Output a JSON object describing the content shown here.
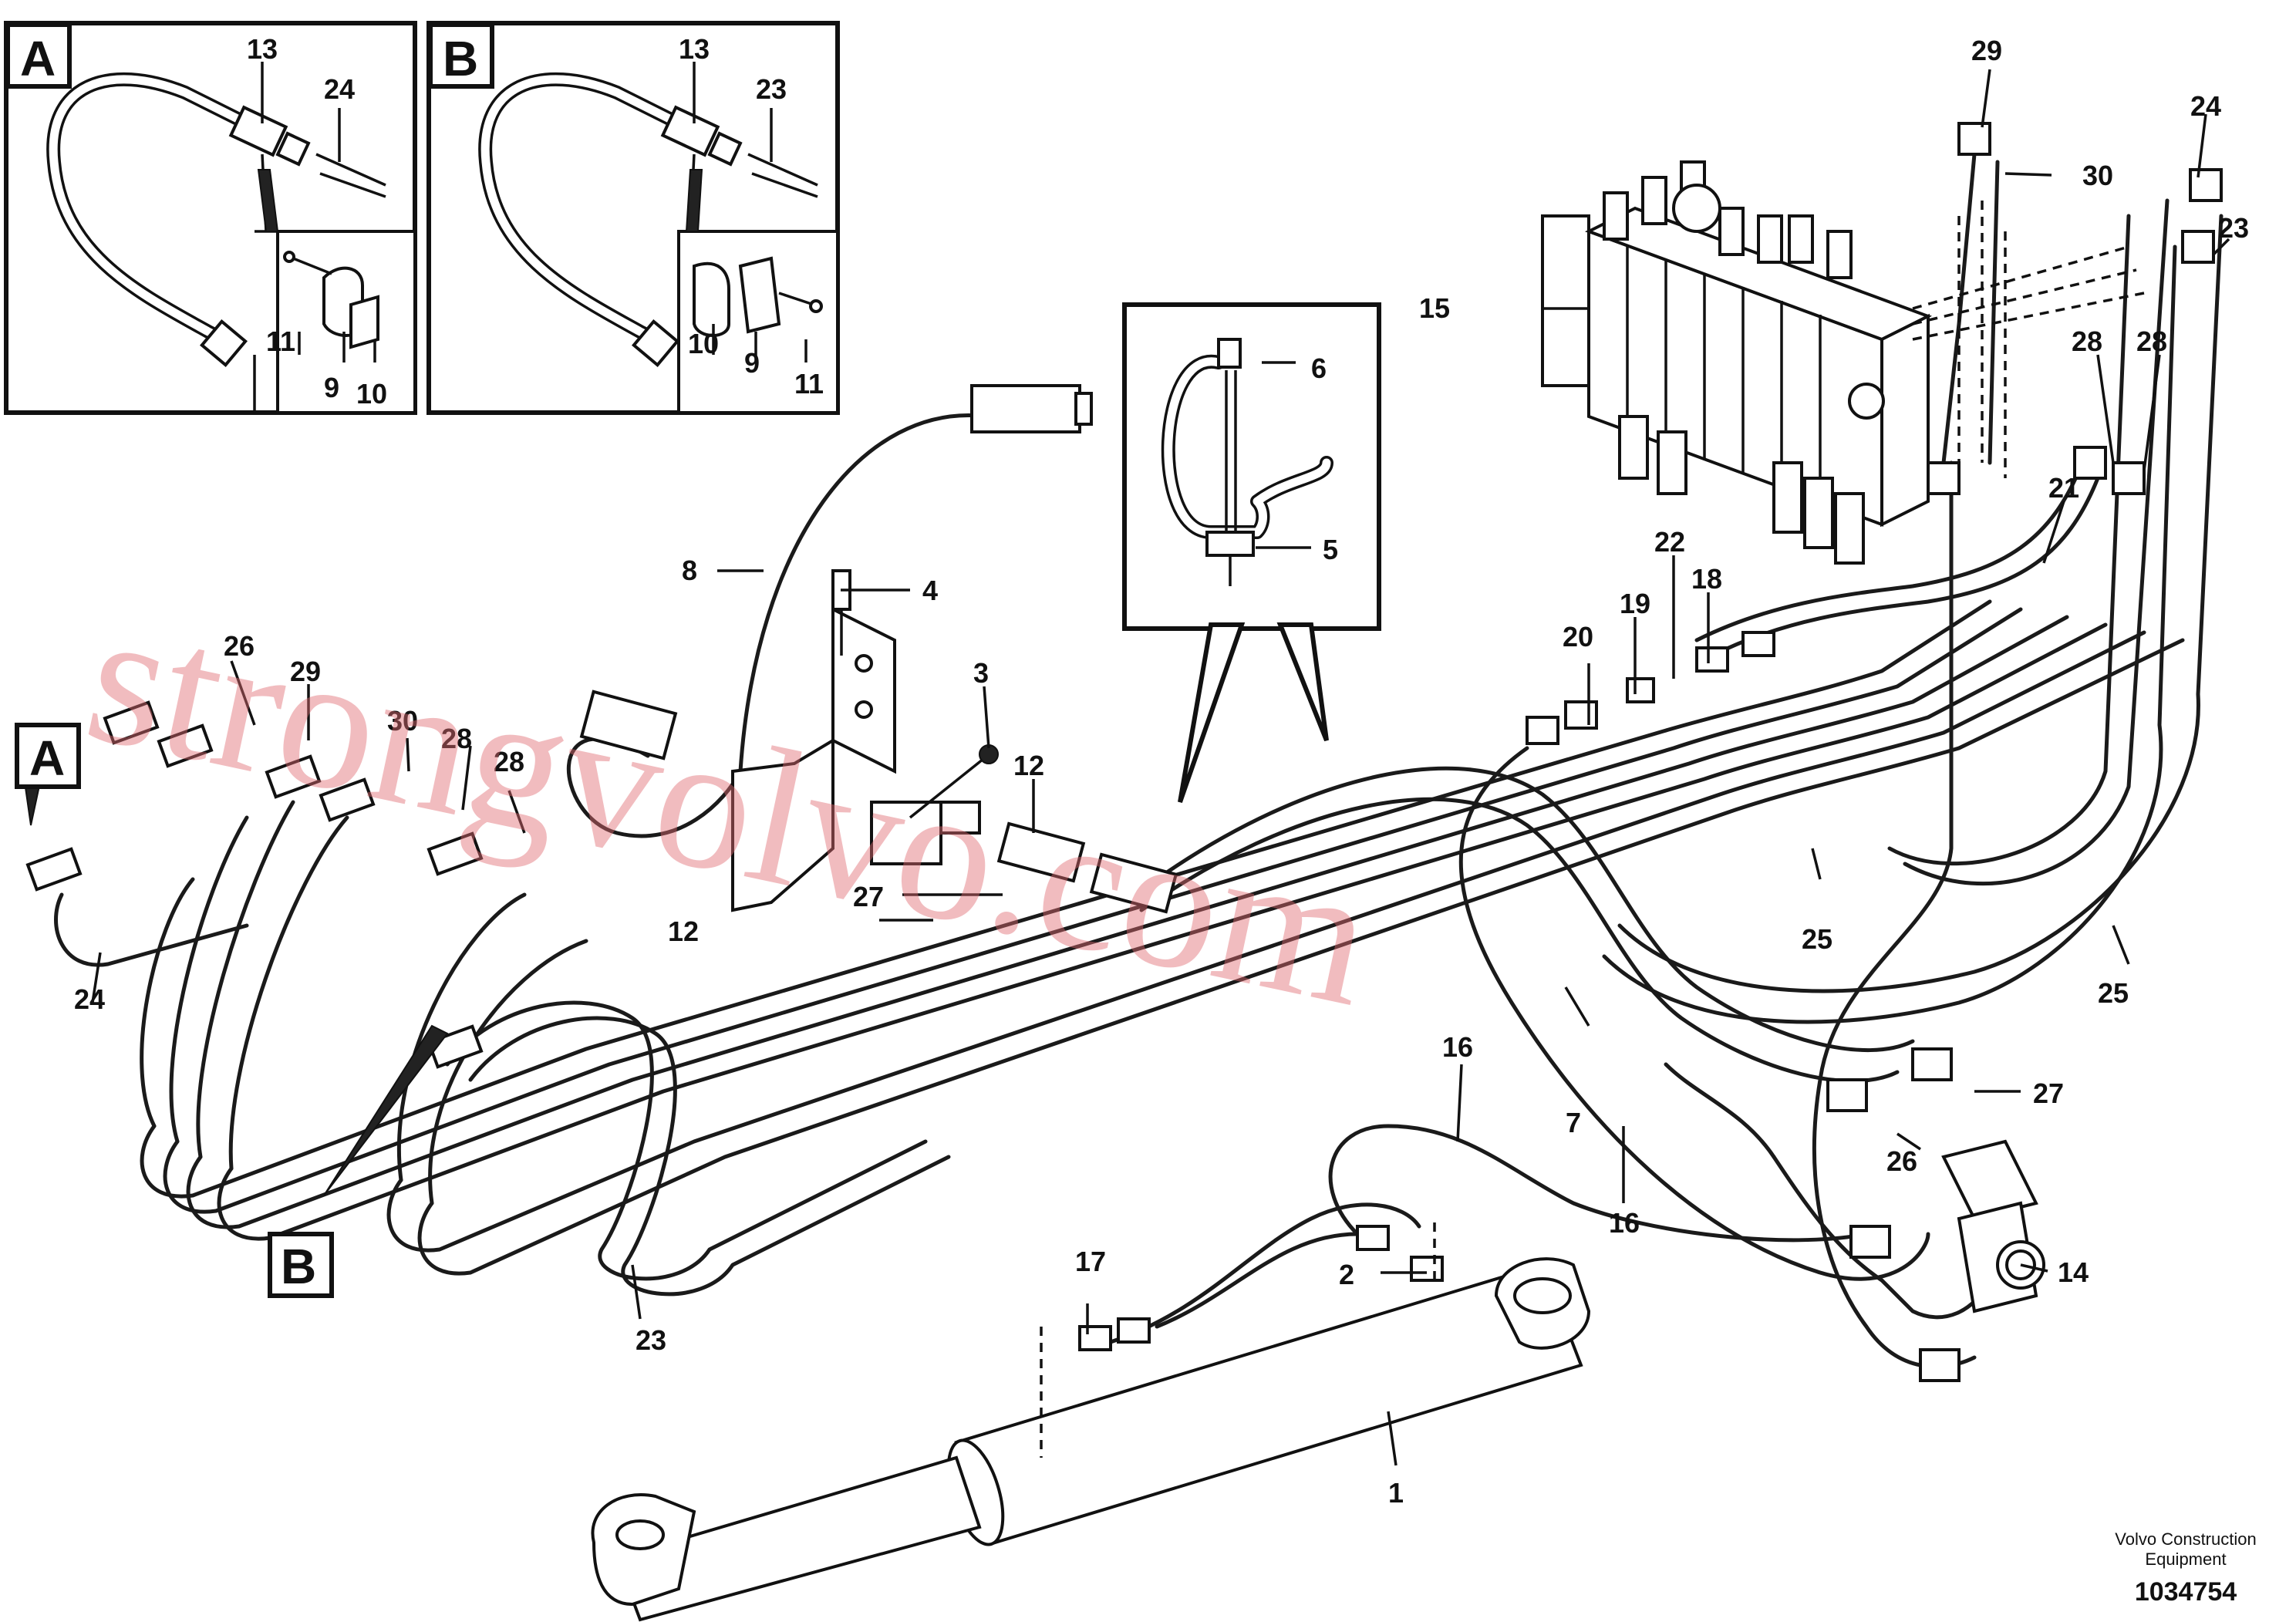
{
  "callouts": {
    "inset_a": [
      "A",
      "13",
      "24",
      "11",
      "9",
      "10"
    ],
    "inset_b": [
      "B",
      "13",
      "23",
      "10",
      "9",
      "11"
    ],
    "detail": [
      "6",
      "5"
    ],
    "main": [
      "29",
      "30",
      "24",
      "23",
      "15",
      "28",
      "28",
      "21",
      "22",
      "19",
      "18",
      "20",
      "8",
      "4",
      "3",
      "12",
      "27",
      "26",
      "29",
      "30",
      "28",
      "28",
      "A",
      "24",
      "12",
      "B",
      "23",
      "25",
      "25",
      "27",
      "26",
      "14",
      "16",
      "16",
      "7",
      "2",
      "17",
      "1"
    ]
  },
  "watermark": "strongvolvo.com",
  "footer": {
    "company": "Volvo Construction Equipment",
    "drawing_number": "1034754"
  }
}
